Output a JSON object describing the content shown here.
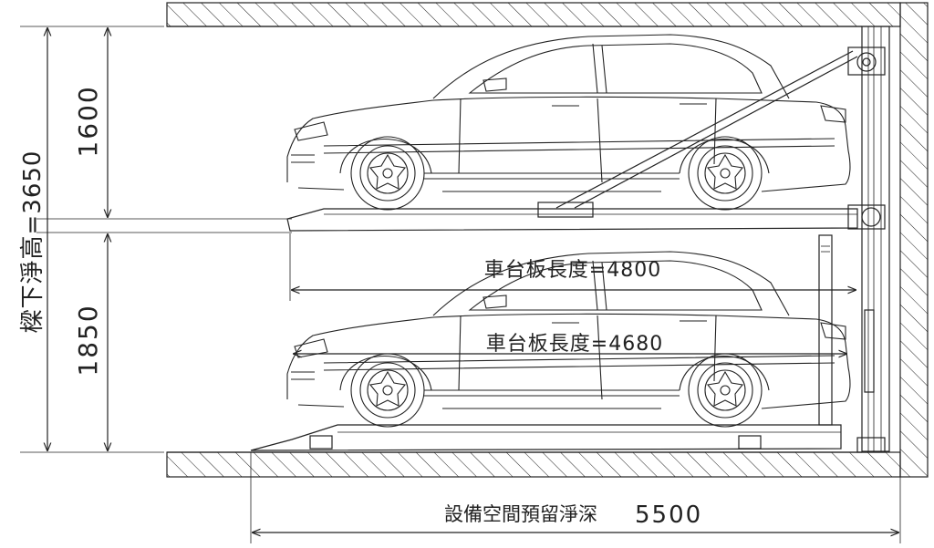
{
  "dimensions": {
    "total_height": "樑下淨高=3650",
    "upper_height": "1600",
    "lower_height": "1850",
    "platform_length": "車台板長度=4800",
    "car_length": "車台板長度=4680",
    "pit_depth_label": "設備空間預留淨深",
    "pit_depth_value": "5500"
  },
  "colors": {
    "line": "#222222",
    "background": "#ffffff"
  }
}
